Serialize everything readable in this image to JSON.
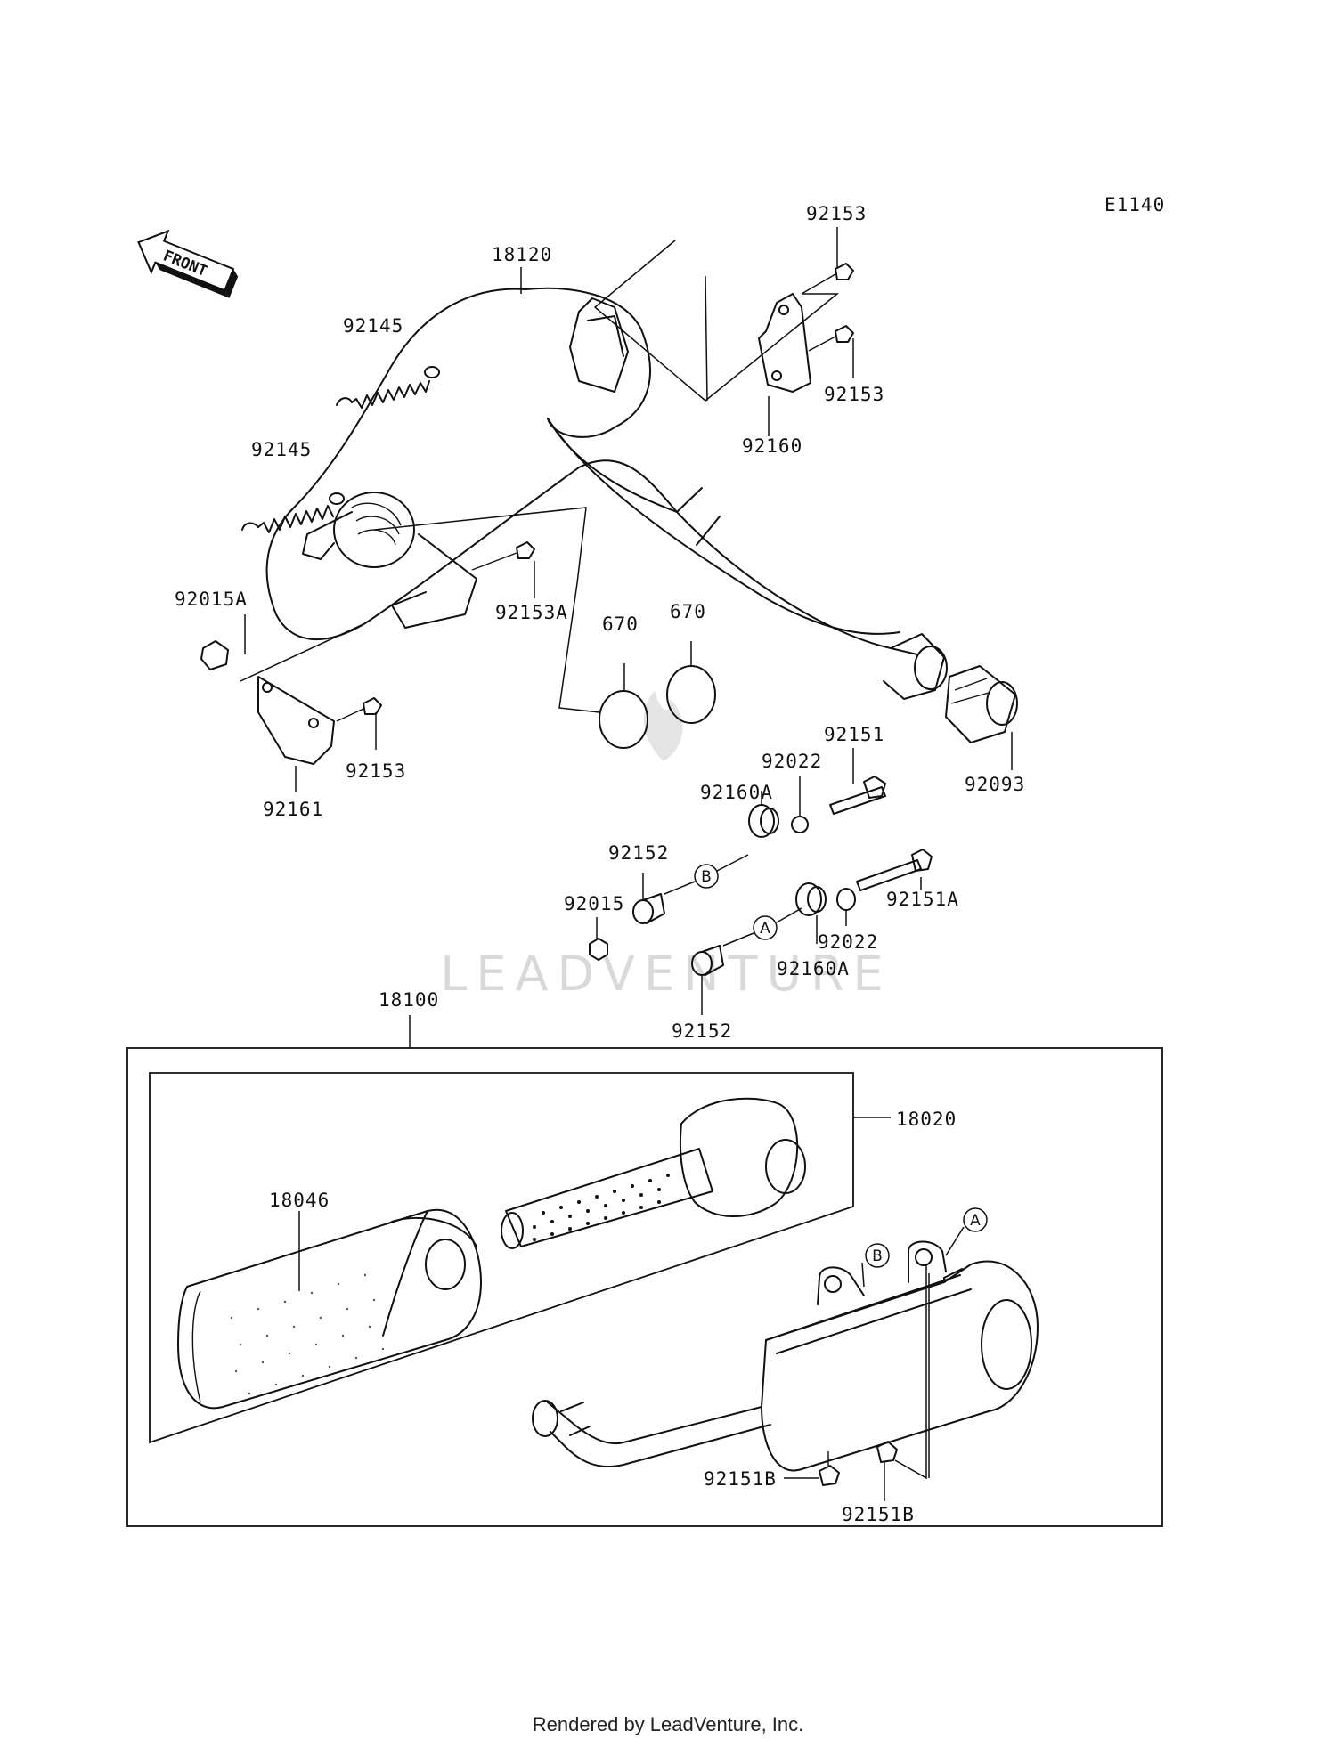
{
  "diagram_code": "E1140",
  "front_arrow_label": "FRONT",
  "watermark": "LEADVENTURE",
  "footer": "Rendered by LeadVenture, Inc.",
  "callouts": {
    "A": "A",
    "B": "B"
  },
  "parts": {
    "p18120": "18120",
    "p92153_top": "92153",
    "p92153_right": "92153",
    "p92160": "92160",
    "p92145_upper": "92145",
    "p92145_lower": "92145",
    "p92015A": "92015A",
    "p92153A": "92153A",
    "p670_left": "670",
    "p670_right": "670",
    "p92153_left": "92153",
    "p92161": "92161",
    "p92093": "92093",
    "p92151": "92151",
    "p92022_upper": "92022",
    "p92160A_upper": "92160A",
    "p92152_upper": "92152",
    "p92015": "92015",
    "p92151A": "92151A",
    "p92022_lower": "92022",
    "p92160A_lower": "92160A",
    "p92152_lower": "92152",
    "p18100": "18100",
    "p18020": "18020",
    "p18046": "18046",
    "p92151B_left": "92151B",
    "p92151B_right": "92151B"
  }
}
